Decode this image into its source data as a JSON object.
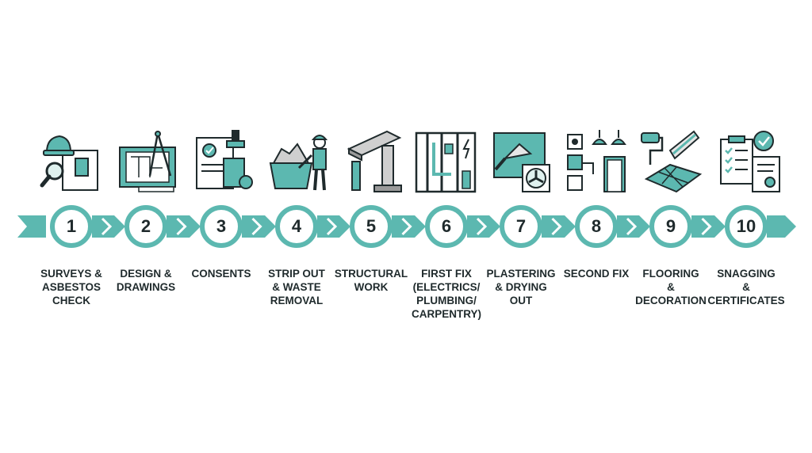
{
  "colors": {
    "accent": "#5cb8b0",
    "ink": "#1f2a2c"
  },
  "steps": [
    {
      "number": "1",
      "label": "SURVEYS &\nASBESTOS\nCHECK",
      "icon": "survey-hardhat-magnifier-icon"
    },
    {
      "number": "2",
      "label": "DESIGN &\nDRAWINGS",
      "icon": "blueprint-compass-icon"
    },
    {
      "number": "3",
      "label": "CONSENTS",
      "icon": "approval-stamp-document-icon"
    },
    {
      "number": "4",
      "label": "STRIP OUT\n& WASTE\nREMOVAL",
      "icon": "skip-worker-icon"
    },
    {
      "number": "5",
      "label": "STRUCTURAL\nWORK",
      "icon": "steel-beam-icon"
    },
    {
      "number": "6",
      "label": "FIRST FIX\n(ELECTRICS/\nPLUMBING/\nCARPENTRY)",
      "icon": "stud-wall-pipes-icon"
    },
    {
      "number": "7",
      "label": "PLASTERING\n& DRYING\nOUT",
      "icon": "trowel-fan-icon"
    },
    {
      "number": "8",
      "label": "SECOND FIX",
      "icon": "sockets-lights-door-icon"
    },
    {
      "number": "9",
      "label": "FLOORING\n&\nDECORATION",
      "icon": "paint-roller-tiles-icon"
    },
    {
      "number": "10",
      "label": "SNAGGING\n&\nCERTIFICATES",
      "icon": "checklist-certificate-icon"
    }
  ]
}
